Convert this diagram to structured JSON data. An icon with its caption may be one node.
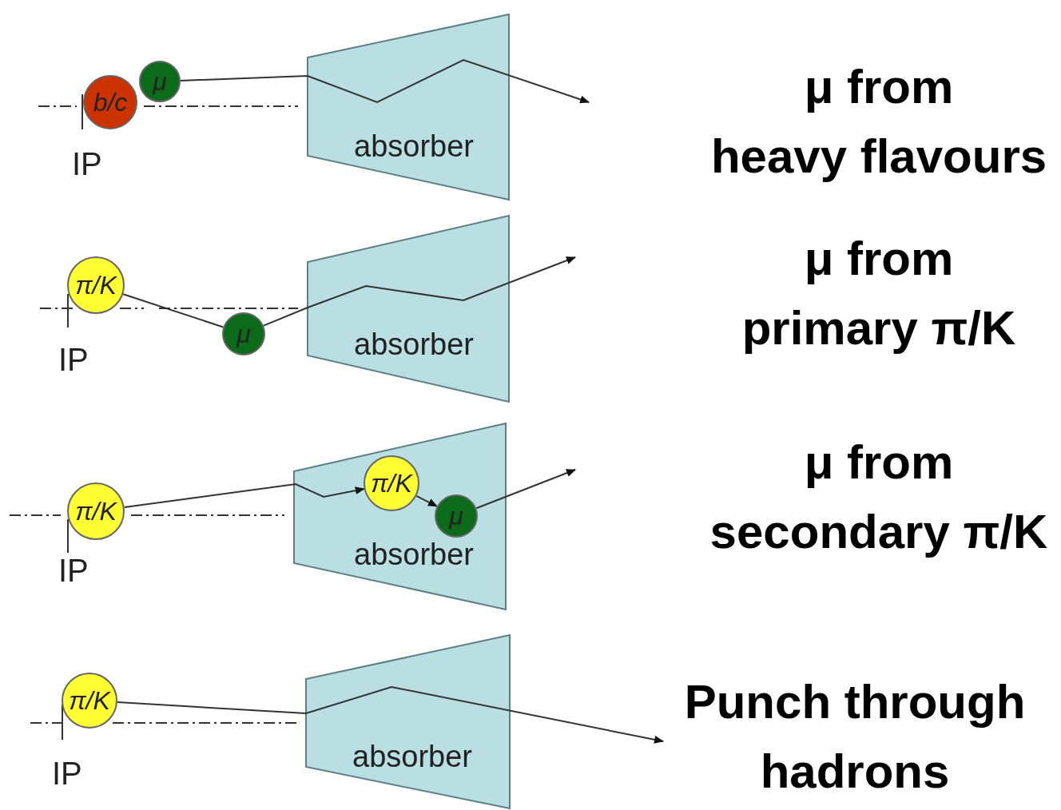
{
  "diagram": {
    "nodes": [
      {
        "text": [
          "b/c"
        ]
      },
      {
        "text": [
          "μ"
        ]
      },
      {
        "text": [
          "absorber"
        ]
      },
      {
        "text": [
          "π/K"
        ]
      },
      {
        "text": [
          "μ"
        ]
      },
      {
        "text": [
          "absorber"
        ]
      },
      {
        "text": [
          "π/K"
        ]
      },
      {
        "text": [
          "absorber"
        ]
      },
      {
        "text": [
          "π/K"
        ],
        "in": 7
      },
      {
        "text": [
          "μ"
        ],
        "in": 7
      },
      {
        "text": [
          "π/K"
        ]
      },
      {
        "text": [
          "absorber"
        ]
      }
    ],
    "edges": [
      {
        "from": 1,
        "to": null,
        "arrow": "to"
      },
      {
        "from": 3,
        "to": 4,
        "arrow": "none"
      },
      {
        "from": 4,
        "to": null,
        "arrow": "to"
      },
      {
        "from": 6,
        "to": 8,
        "arrow": "to"
      },
      {
        "from": 8,
        "to": 9,
        "arrow": "to"
      },
      {
        "from": 9,
        "to": null,
        "arrow": "to"
      },
      {
        "from": 10,
        "to": null,
        "arrow": "to"
      }
    ],
    "labels": [
      "μ from heavy flavours",
      "IP",
      "μ from primary π/K",
      "IP",
      "μ from secondary π/K",
      "IP",
      "Punch through hadrons",
      "IP"
    ]
  }
}
